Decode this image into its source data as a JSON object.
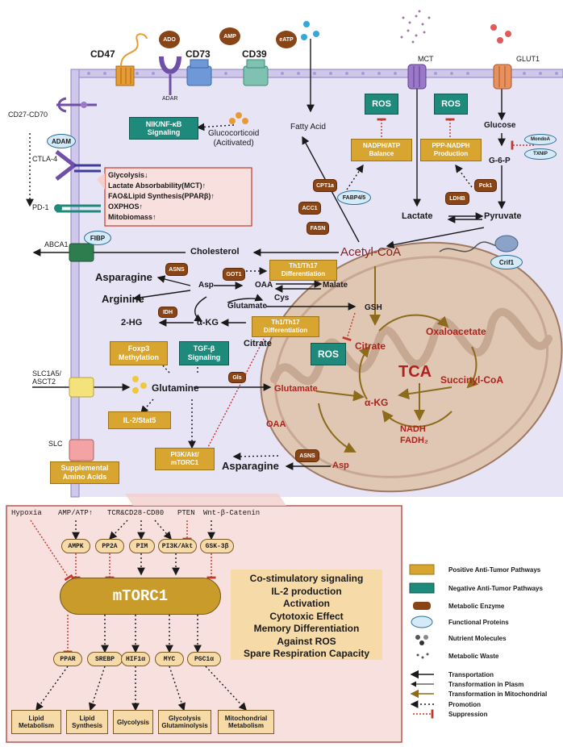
{
  "membrane": {
    "cd47": "CD47",
    "cd73": "CD73",
    "cd39": "CD39",
    "ado": "ADO",
    "amp": "AMP",
    "eatp": "eATP",
    "adar": "ADAR",
    "mct": "MCT",
    "glut1": "GLUT1",
    "cd27": "CD27-CD70",
    "adam": "ADAM",
    "ctla4": "CTLA-4",
    "pd1": "PD-1",
    "abca1": "ABCA1",
    "fibp": "FIBP",
    "slc1a5": "SLC1A5/\nASCT2",
    "slc": "SLC"
  },
  "cytoplasm": {
    "nfkb": "NIK/NF-κB\nSignaling",
    "glucocorticoid": "Glucocorticoid\n(Acitivated)",
    "fatty_acid": "Fatty Acid",
    "ros1": "ROS",
    "ros2": "ROS",
    "nadph_atp": "NADPH/ATP\nBalance",
    "ppp": "PPP-NADPH\nProduction",
    "glucose": "Glucose",
    "g6p": "G-6-P",
    "mondoa": "MondoA",
    "txnip": "TXNIP",
    "cpt1a": "CPT1a",
    "acc1": "ACC1",
    "fasn": "FASN",
    "fabp": "FABP4/5",
    "pck1": "Pck1",
    "ldhb": "LDHB",
    "lactate": "Lactate",
    "pyruvate": "Pyruvate",
    "acetyl": "Acetyl-CoA",
    "crif1": "Crif1",
    "pinkbox": [
      "Glycolysis↓",
      "Lactate Absorbability(MCT)↑",
      "FAO&Lipid Synthesis(PPARβ)↑",
      "OXPHOS↑",
      "Mitobiomass↑"
    ],
    "cholesterol": "Cholesterol",
    "asns1": "ASNS",
    "got1": "GOT1",
    "th_1": "Th1/Th17\nDifferentiation",
    "asparagine": "Asparagine",
    "asp": "Asp",
    "oaa": "OAA",
    "malate": "Malate",
    "arginine": "Arginine",
    "idh": "IDH",
    "glutamate": "Glutamate",
    "cys": "Cys",
    "gsh": "GSH",
    "two_hg": "2-HG",
    "akg": "α-KG",
    "citrate": "Citrate",
    "th_2": "Th1/Th17\nDifferentiation",
    "foxp3": "Foxp3\nMethylation",
    "tgfb": "TGF-β\nSignaling",
    "gls": "Gls",
    "glutamine": "Glutamine",
    "il2": "IL-2/Stat5",
    "pi3k": "PI3K/Akt/\nmTORC1",
    "asparagine2": "Asparagine",
    "supp": "Supplemental\nAmino Acids"
  },
  "mito": {
    "ros": "ROS",
    "citrate": "Citrate",
    "oxaloacetate": "Oxaloacetate",
    "tca": "TCA",
    "succinyl": "Succinyl-CoA",
    "glutamate": "Glutamate",
    "akg": "α-KG",
    "nadh": "NADH",
    "fadh": "FADH₂",
    "oaa": "OAA",
    "asns": "ASNS",
    "asp": "Asp"
  },
  "bottom": {
    "inputs": [
      "Hypoxia",
      "AMP/ATP↑",
      "TCR&CD28-CD80",
      "PTEN",
      "Wnt-β-Catenin"
    ],
    "kinases": [
      "AMPK",
      "PP2A",
      "PIM",
      "PI3K/Akt",
      "GSK-3β"
    ],
    "mtorc1": "mTORC1",
    "targets": [
      "PPAR",
      "SREBP",
      "HIF1α",
      "MYC",
      "PGC1α"
    ],
    "outputs": [
      "Lipid\nMetabolism",
      "Lipid\nSynthesis",
      "Glycolysis",
      "Glycolysis\nGlutaminolysis",
      "Mitochondrial\nMetabolism"
    ],
    "effects": [
      "Co-stimulatory signaling",
      "IL-2 production",
      "Activation",
      "Cytotoxic Effect",
      "Memory Differentiation",
      "Against ROS",
      "Spare Respiration Capacity"
    ]
  },
  "legend": [
    {
      "label": "Positive Anti-Tumor Pathways",
      "kind": "gold-box"
    },
    {
      "label": "Negative Anti-Tumor Pathways",
      "kind": "teal-box"
    },
    {
      "label": "Metabolic Enzyme",
      "kind": "enzyme"
    },
    {
      "label": "Functional Proteins",
      "kind": "protein"
    },
    {
      "label": "Nutrient Molecules",
      "kind": "dots"
    },
    {
      "label": "Metabolic Waste",
      "kind": "small-dots"
    },
    {
      "label": "Transportation",
      "kind": "arrow-black"
    },
    {
      "label": "Transformation in Plasm",
      "kind": "arrow-thin"
    },
    {
      "label": "Transformation in Mitochondrial",
      "kind": "arrow-gold"
    },
    {
      "label": "Promotion",
      "kind": "dotted"
    },
    {
      "label": "Suppression",
      "kind": "red-dotted"
    }
  ],
  "colors": {
    "positive": "#d9a531",
    "negative": "#1e8a7c",
    "enzyme": "#8a4517",
    "cell": "#e7e4f6",
    "mito": "#dfc7b4",
    "bottom": "#f8e0df"
  }
}
